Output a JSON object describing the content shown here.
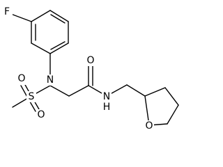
{
  "molecule": {
    "atoms": {
      "fluorine": "F",
      "nitrogen_sulfonamide": "N",
      "sulfur": "S",
      "oxygen_sulfonyl_top": "O",
      "oxygen_sulfonyl_bottom": "O",
      "oxygen_carbonyl": "O",
      "nitrogen_amide": "N",
      "hydrogen_amide": "H",
      "oxygen_ring": "O"
    }
  }
}
